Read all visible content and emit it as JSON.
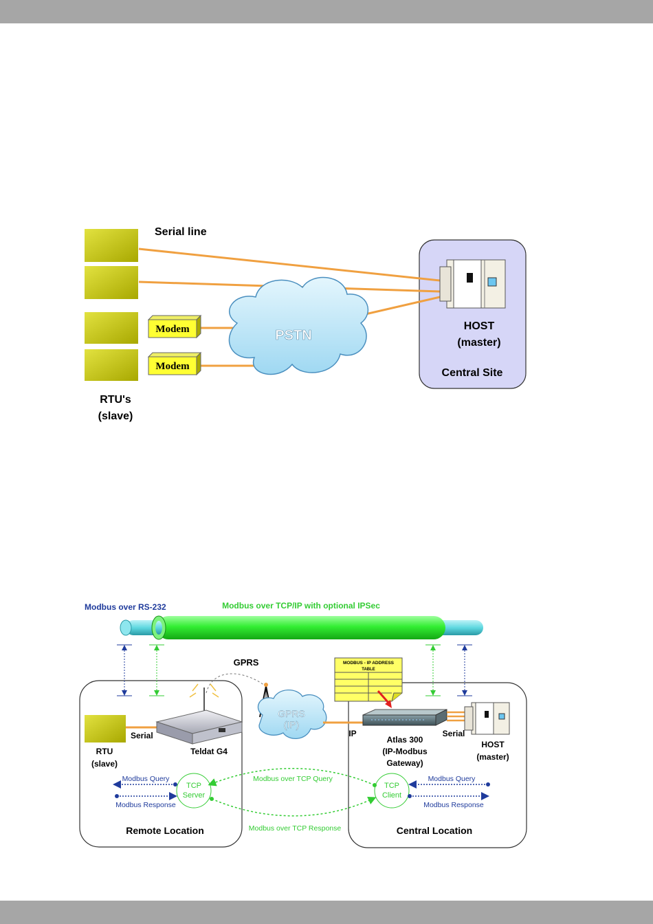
{
  "diagram1": {
    "serial_line": "Serial line",
    "modem_1": "Modem",
    "modem_2": "Modem",
    "pstn": "PSTN",
    "host": "HOST",
    "master": "(master)",
    "central_site": "Central Site",
    "rtus": "RTU's",
    "slave": "(slave)"
  },
  "diagram2": {
    "modbus_rs232": "Modbus over RS-232",
    "modbus_tcpip": "Modbus over TCP/IP with optional IPSec",
    "gprs_top": "GPRS",
    "gprs_cloud": "GPRS",
    "gprs_cloud_ip": "(IP)",
    "table_title": "MODBUS - IP ADDRESS",
    "table_sub": "TABLE",
    "rtu": "RTU",
    "rtu_slave": "(slave)",
    "serial_left": "Serial",
    "teldat": "Teldat G4",
    "ip": "IP",
    "atlas_1": "Atlas 300",
    "atlas_2": "(IP-Modbus",
    "atlas_3": "Gateway)",
    "serial_right": "Serial",
    "host": "HOST",
    "host_master": "(master)",
    "query_left": "Modbus Query",
    "response_left": "Modbus Response",
    "tcp_server_1": "TCP",
    "tcp_server_2": "Server",
    "tcp_query": "Modbus over TCP Query",
    "tcp_response": "Modbus over TCP Response",
    "tcp_client_1": "TCP",
    "tcp_client_2": "Client",
    "query_right": "Modbus Query",
    "response_right": "Modbus Response",
    "remote_location": "Remote Location",
    "central_location": "Central Location"
  },
  "colors": {
    "rtu_fill": "#c8c800",
    "modem_fill": "#ffff33",
    "line_orange": "#f0a040",
    "central_fill": "#d6d6f7",
    "cloud_fill": "#b7e3f7",
    "tube_green": "#33ee33",
    "tube_cyan": "#5fd8e0",
    "label_blue": "#1f3b9c",
    "label_green": "#33cc33"
  }
}
